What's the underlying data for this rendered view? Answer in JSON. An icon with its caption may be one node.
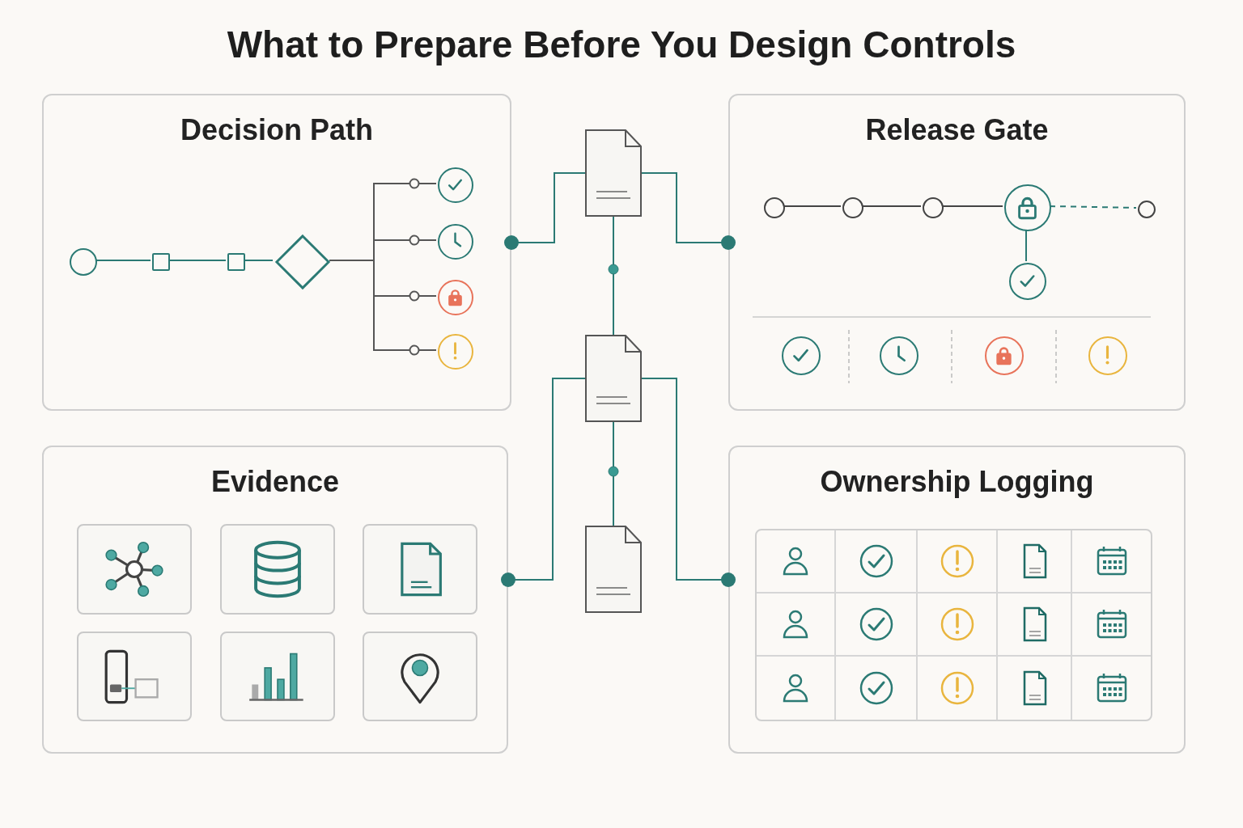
{
  "diagram": {
    "title": "What to Prepare Before You Design Controls",
    "nodes": [
      {
        "text": [
          "Decision Path"
        ]
      },
      {
        "text": [],
        "shape": "circle",
        "in": 0
      },
      {
        "text": [],
        "shape": "box",
        "in": 0
      },
      {
        "text": [],
        "shape": "box",
        "in": 0
      },
      {
        "text": [],
        "shape": "diamond",
        "in": 0
      },
      {
        "text": [],
        "shape": "circle",
        "in": 0
      },
      {
        "text": [],
        "shape": "circle",
        "in": 0
      },
      {
        "text": [],
        "shape": "circle",
        "in": 0
      },
      {
        "text": [],
        "shape": "circle",
        "in": 0
      },
      {
        "text": [
          "Release Gate"
        ]
      },
      {
        "text": [],
        "shape": "circle",
        "in": 9
      },
      {
        "text": [],
        "shape": "circle",
        "in": 9
      },
      {
        "text": [],
        "shape": "circle",
        "in": 9
      },
      {
        "text": [],
        "shape": "circle",
        "in": 9
      },
      {
        "text": [],
        "shape": "circle",
        "in": 9
      },
      {
        "text": [],
        "shape": "circle",
        "in": 9
      },
      {
        "text": [],
        "shape": "circle",
        "in": 9
      },
      {
        "text": [],
        "shape": "circle",
        "in": 9
      },
      {
        "text": [],
        "shape": "circle",
        "in": 9
      },
      {
        "text": [],
        "shape": "circle",
        "in": 9
      },
      {
        "text": [
          "Evidence"
        ]
      },
      {
        "text": [],
        "shape": "box",
        "in": 20
      },
      {
        "text": [],
        "shape": "box",
        "in": 20
      },
      {
        "text": [],
        "shape": "box",
        "in": 20
      },
      {
        "text": [],
        "shape": "box",
        "in": 20
      },
      {
        "text": [],
        "shape": "box",
        "in": 20
      },
      {
        "text": [],
        "shape": "box",
        "in": 20
      },
      {
        "text": [
          "Ownership Logging"
        ]
      },
      {
        "text": [],
        "shape": "document"
      },
      {
        "text": [],
        "shape": "document"
      },
      {
        "text": [],
        "shape": "document"
      }
    ],
    "edges": [
      {
        "from": 1,
        "to": 2,
        "arrow": "none"
      },
      {
        "from": 2,
        "to": 3,
        "arrow": "none"
      },
      {
        "from": 3,
        "to": 4,
        "arrow": "none"
      },
      {
        "from": 4,
        "to": 5,
        "arrow": "other",
        "color": "#555555"
      },
      {
        "from": 4,
        "to": 6,
        "arrow": "other",
        "color": "#555555"
      },
      {
        "from": 4,
        "to": 7,
        "arrow": "other",
        "color": "#555555"
      },
      {
        "from": 4,
        "to": 8,
        "arrow": "other",
        "color": "#555555"
      },
      {
        "from": 10,
        "to": 11,
        "arrow": "none",
        "color": "#444444"
      },
      {
        "from": 11,
        "to": 12,
        "arrow": "none",
        "color": "#444444"
      },
      {
        "from": 12,
        "to": 13,
        "arrow": "none",
        "color": "#444444"
      },
      {
        "from": 13,
        "to": 14,
        "arrow": "none",
        "style": "dashed"
      },
      {
        "from": 13,
        "to": 15,
        "arrow": "none"
      },
      {
        "from": 28,
        "to": 0,
        "arrow": "other"
      },
      {
        "from": 28,
        "to": 9,
        "arrow": "other"
      },
      {
        "from": 28,
        "to": 29,
        "arrow": "none"
      },
      {
        "from": 29,
        "to": 20,
        "arrow": "other"
      },
      {
        "from": 29,
        "to": 27,
        "arrow": "other"
      },
      {
        "from": 29,
        "to": 30,
        "arrow": "none"
      }
    ]
  }
}
